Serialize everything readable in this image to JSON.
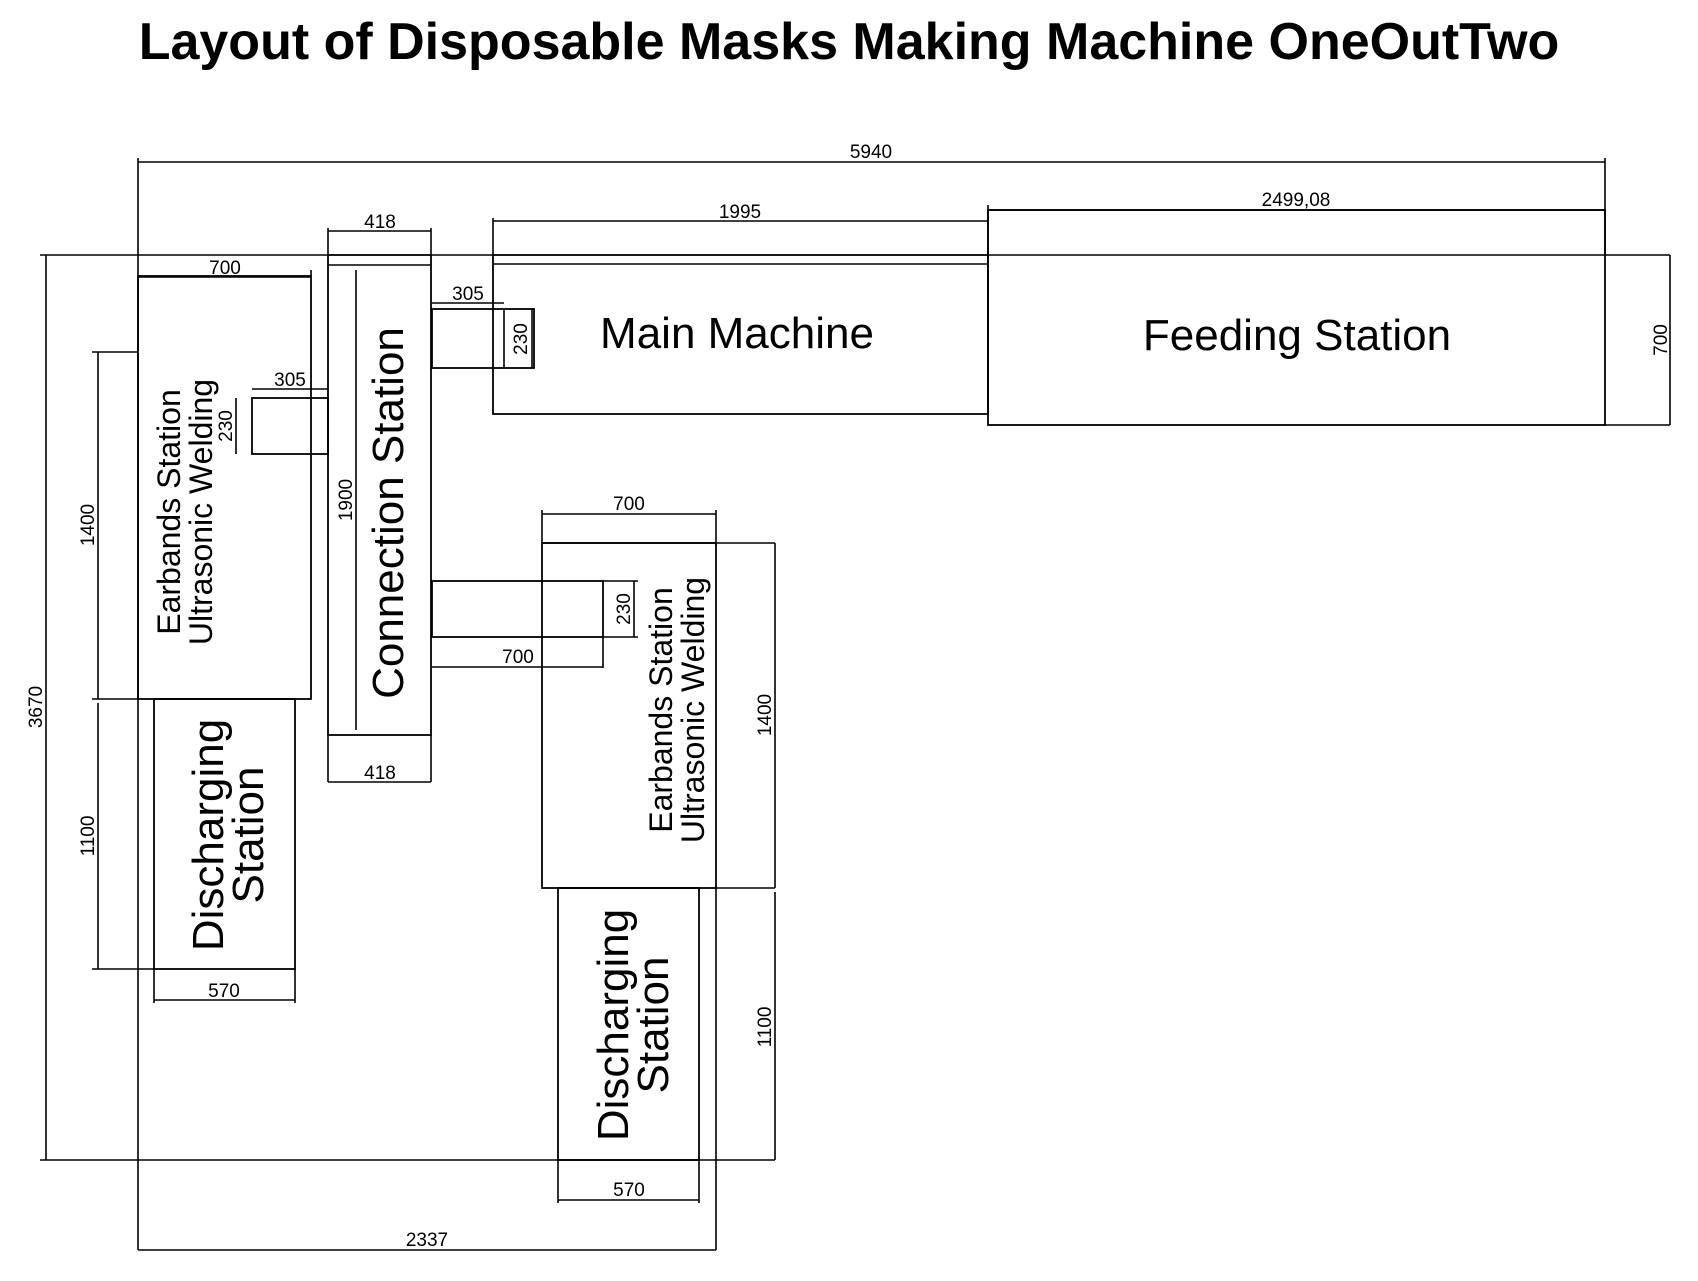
{
  "title": "Layout of Disposable Masks Making Machine OneOutTwo",
  "labels": {
    "main_machine": "Main Machine",
    "feeding_station": "Feeding Station",
    "connection_station": "Connection Station",
    "earbands_left_line1": "Earbands Station",
    "earbands_left_line2": "Ultrasonic Welding",
    "earbands_right_line1": "Earbands Station",
    "earbands_right_line2": "Ultrasonic Welding",
    "discharging_left_line1": "Discharging",
    "discharging_left_line2": "Station",
    "discharging_right_line1": "Discharging",
    "discharging_right_line2": "Station"
  },
  "dimensions": {
    "overall_width": "5940",
    "feeding_width": "2499,08",
    "main_width": "1995",
    "connection_top": "418",
    "connection_bottom": "418",
    "earbands_left_width": "700",
    "main_link_width": "305",
    "main_link_height": "230",
    "left_link_width": "305",
    "left_link_height": "230",
    "feeding_height": "700",
    "left_earbands_height": "1400",
    "connection_height": "1900",
    "overall_height": "3670",
    "left_discharging_height": "1100",
    "left_discharging_width": "570",
    "earbands_right_width": "700",
    "right_link_height": "230",
    "right_link_width": "700",
    "right_earbands_height": "1400",
    "right_discharging_height": "1100",
    "right_discharging_width": "570",
    "bottom_width": "2337"
  }
}
